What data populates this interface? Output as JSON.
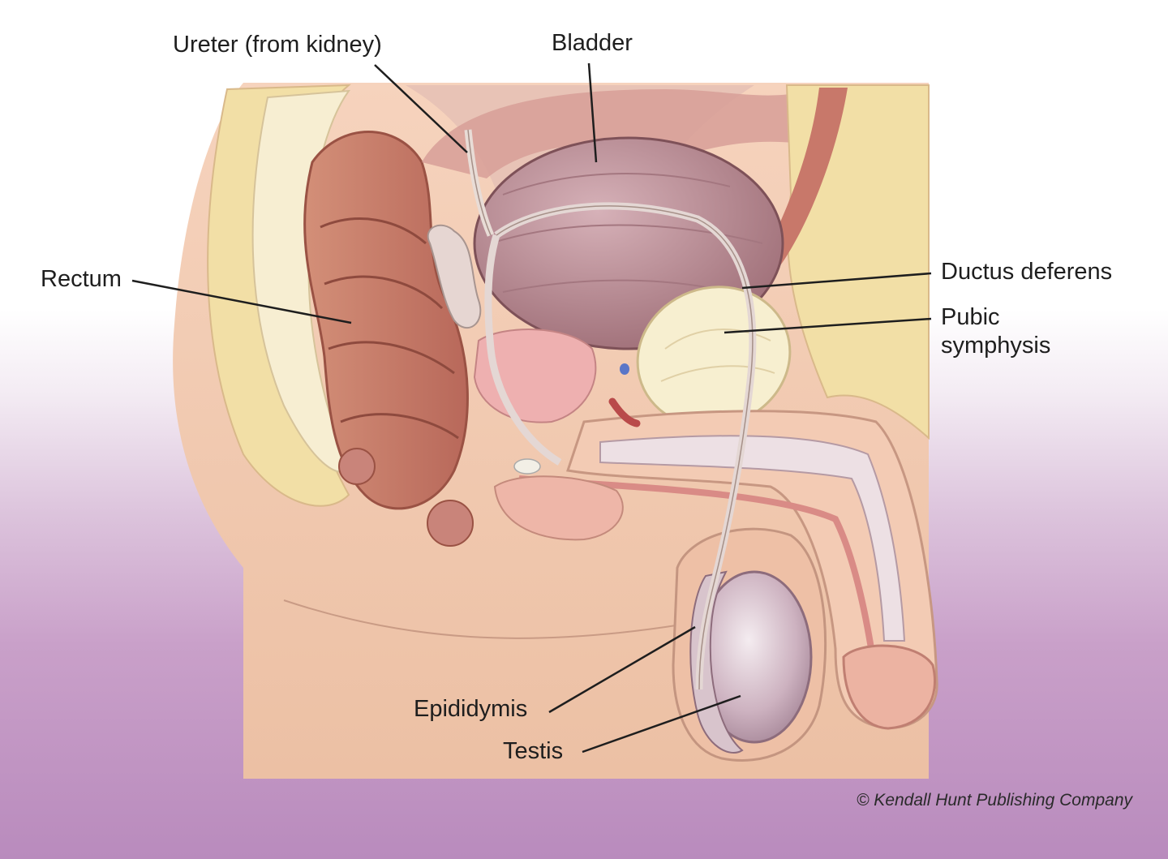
{
  "labels": {
    "ureter": "Ureter (from kidney)",
    "bladder": "Bladder",
    "rectum": "Rectum",
    "ductus_deferens": "Ductus deferens",
    "pubic_symphysis_line1": "Pubic",
    "pubic_symphysis_line2": "symphysis",
    "epididymis": "Epididymis",
    "testis": "Testis"
  },
  "copyright": "© Kendall Hunt Publishing Company",
  "colors": {
    "fat": "#f2dfa6",
    "skin": "#f0c4a8",
    "muscle": "#c27a66",
    "bladder": "#b98a90",
    "bone": "#f6ecc8",
    "testis": "#d9c3cd",
    "background_bottom": "#b98bbd"
  }
}
